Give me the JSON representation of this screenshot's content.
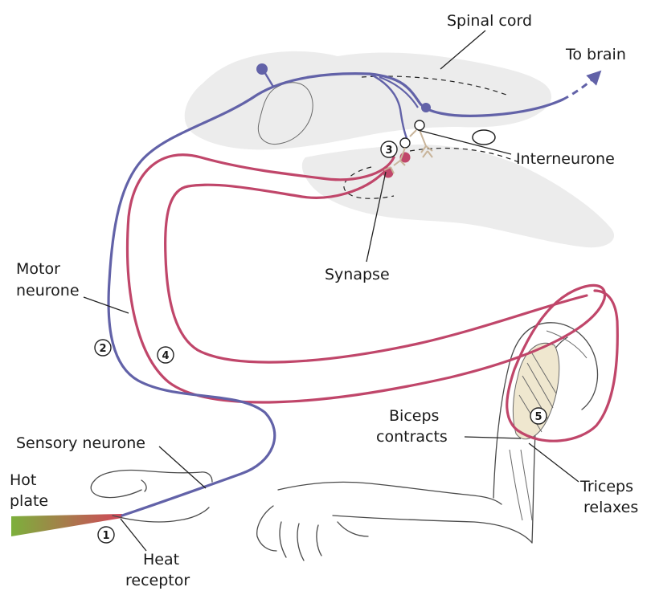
{
  "labels": {
    "spinal_cord": "Spinal cord",
    "to_brain": "To brain",
    "interneurone": "Interneurone",
    "synapse": "Synapse",
    "motor_line1": "Motor",
    "motor_line2": "neurone",
    "sensory_neurone": "Sensory neurone",
    "hot_line1": "Hot",
    "hot_line2": "plate",
    "heat_line1": "Heat",
    "heat_line2": "receptor",
    "biceps_line1": "Biceps",
    "biceps_line2": "contracts",
    "triceps_line1": "Triceps",
    "triceps_line2": "relaxes"
  },
  "steps": {
    "s1": "1",
    "s2": "2",
    "s3": "3",
    "s4": "4",
    "s5": "5"
  },
  "colors": {
    "sensory_neurone": "#6262a8",
    "motor_neurone": "#c0466a",
    "spinal_cord": "#ececec",
    "hot_plate_start": "#7cb03c",
    "hot_plate_end": "#d2465a",
    "synapse": "#c8b49a"
  }
}
